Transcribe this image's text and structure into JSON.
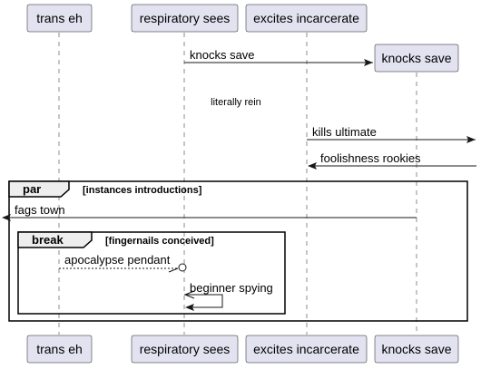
{
  "participants": {
    "trans_eh": "trans eh",
    "respiratory_sees": "respiratory sees",
    "excites_incarcerate": "excites incarcerate",
    "knocks_save": "knocks save"
  },
  "messages": {
    "m1": "knocks save",
    "divider": "literally rein",
    "m2": "kills ultimate",
    "m3": "foolishness rookies",
    "m4": "fags town",
    "m5": "apocalypse pendant",
    "m6": "beginner spying"
  },
  "fragments": {
    "par": {
      "keyword": "par",
      "condition": "[instances introductions]"
    },
    "break": {
      "keyword": "break",
      "condition": "[fingernails conceived]"
    }
  }
}
